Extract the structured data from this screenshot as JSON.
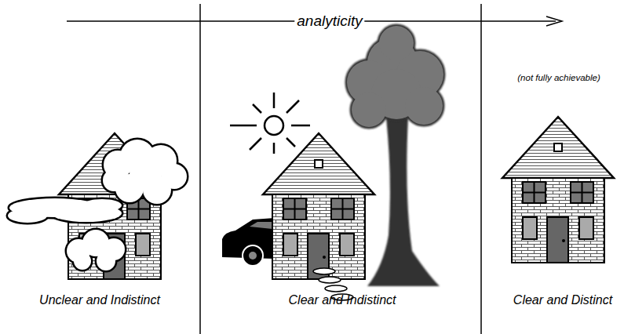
{
  "diagram": {
    "labels": [
      "analyticity",
      "(not fully achievable)",
      "Unclear and Indistinct",
      "Clear and Indistinct",
      "Clear and Distinct"
    ]
  }
}
